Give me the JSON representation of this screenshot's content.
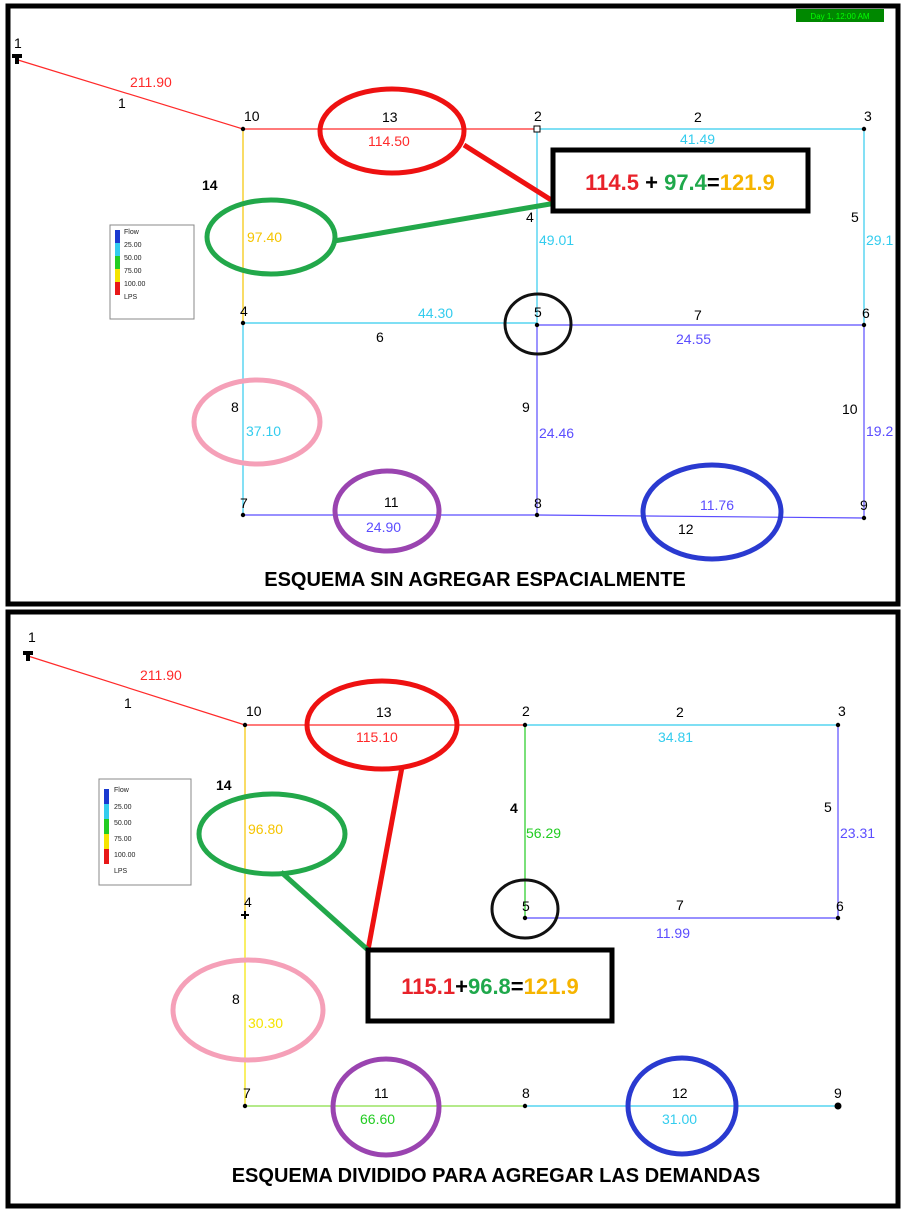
{
  "colors": {
    "red": "#ff2a2a",
    "cyan": "#33ccee",
    "blue": "#5b4dff",
    "yellow": "#f5c400",
    "green": "#22cc22",
    "orange": "#ffb800",
    "eq_red": "#e8222a",
    "eq_green": "#1fa84b",
    "eq_orange": "#f6b400",
    "circle_red": "#ee1111",
    "circle_green": "#22a84a",
    "circle_pink": "#f5a0b8",
    "circle_purple": "#9a44b0",
    "circle_blue": "#2a3ad0",
    "circle_black": "#111111",
    "status_bar_bg": "#008800",
    "status_bar_text": "#00ff00"
  },
  "top": {
    "status_bar": "Day 1, 12:00 AM",
    "caption": "ESQUEMA SIN AGREGAR ESPACIALMENTE",
    "equation": {
      "a": "114.5",
      "plus": " + ",
      "b": "97.4",
      "eq": "=",
      "c": "121.9"
    },
    "legend": {
      "title": "Flow",
      "items": [
        "25.00",
        "50.00",
        "75.00",
        "100.00"
      ],
      "unit": "LPS"
    },
    "nodes": {
      "n1": "1",
      "n10": "10",
      "n2": "2",
      "n3": "3",
      "n4": "4",
      "n5": "5",
      "n6": "6",
      "n7": "7",
      "n8": "8",
      "n9": "9"
    },
    "links": {
      "l1": {
        "id": "1",
        "flow": "211.90"
      },
      "l13": {
        "id": "13",
        "flow": "114.50"
      },
      "l2": {
        "id": "2",
        "flow": "41.49"
      },
      "l14": {
        "id": "14",
        "flow": "97.40"
      },
      "l4": {
        "id": "4",
        "flow": "49.01"
      },
      "l5": {
        "id": "5",
        "flow": "29.1"
      },
      "l6": {
        "id": "6",
        "flow": "44.30"
      },
      "l7": {
        "id": "7",
        "flow": "24.55"
      },
      "l8": {
        "id": "8",
        "flow": "37.10"
      },
      "l9": {
        "id": "9",
        "flow": "24.46"
      },
      "l10": {
        "id": "10",
        "flow": "19.2"
      },
      "l11": {
        "id": "11",
        "flow": "24.90"
      },
      "l12": {
        "id": "12",
        "flow": "11.76"
      }
    }
  },
  "bottom": {
    "caption": "ESQUEMA DIVIDIDO PARA AGREGAR LAS DEMANDAS",
    "equation": {
      "a": "115.1",
      "plus": "+",
      "b": "96.8",
      "eq": "=",
      "c": "121.9"
    },
    "legend": {
      "title": "Flow",
      "items": [
        "25.00",
        "50.00",
        "75.00",
        "100.00"
      ],
      "unit": "LPS"
    },
    "nodes": {
      "n1": "1",
      "n10": "10",
      "n2": "2",
      "n3": "3",
      "n4": "4",
      "n5": "5",
      "n6": "6",
      "n7": "7",
      "n8": "8",
      "n9": "9"
    },
    "links": {
      "l1": {
        "id": "1",
        "flow": "211.90"
      },
      "l13": {
        "id": "13",
        "flow": "115.10"
      },
      "l2": {
        "id": "2",
        "flow": "34.81"
      },
      "l14": {
        "id": "14",
        "flow": "96.80"
      },
      "l4": {
        "id": "4",
        "flow": "56.29"
      },
      "l5": {
        "id": "5",
        "flow": "23.31"
      },
      "l7": {
        "id": "7",
        "flow": "11.99"
      },
      "l8": {
        "id": "8",
        "flow": "30.30"
      },
      "l11": {
        "id": "11",
        "flow": "66.60"
      },
      "l12": {
        "id": "12",
        "flow": "31.00"
      }
    }
  }
}
